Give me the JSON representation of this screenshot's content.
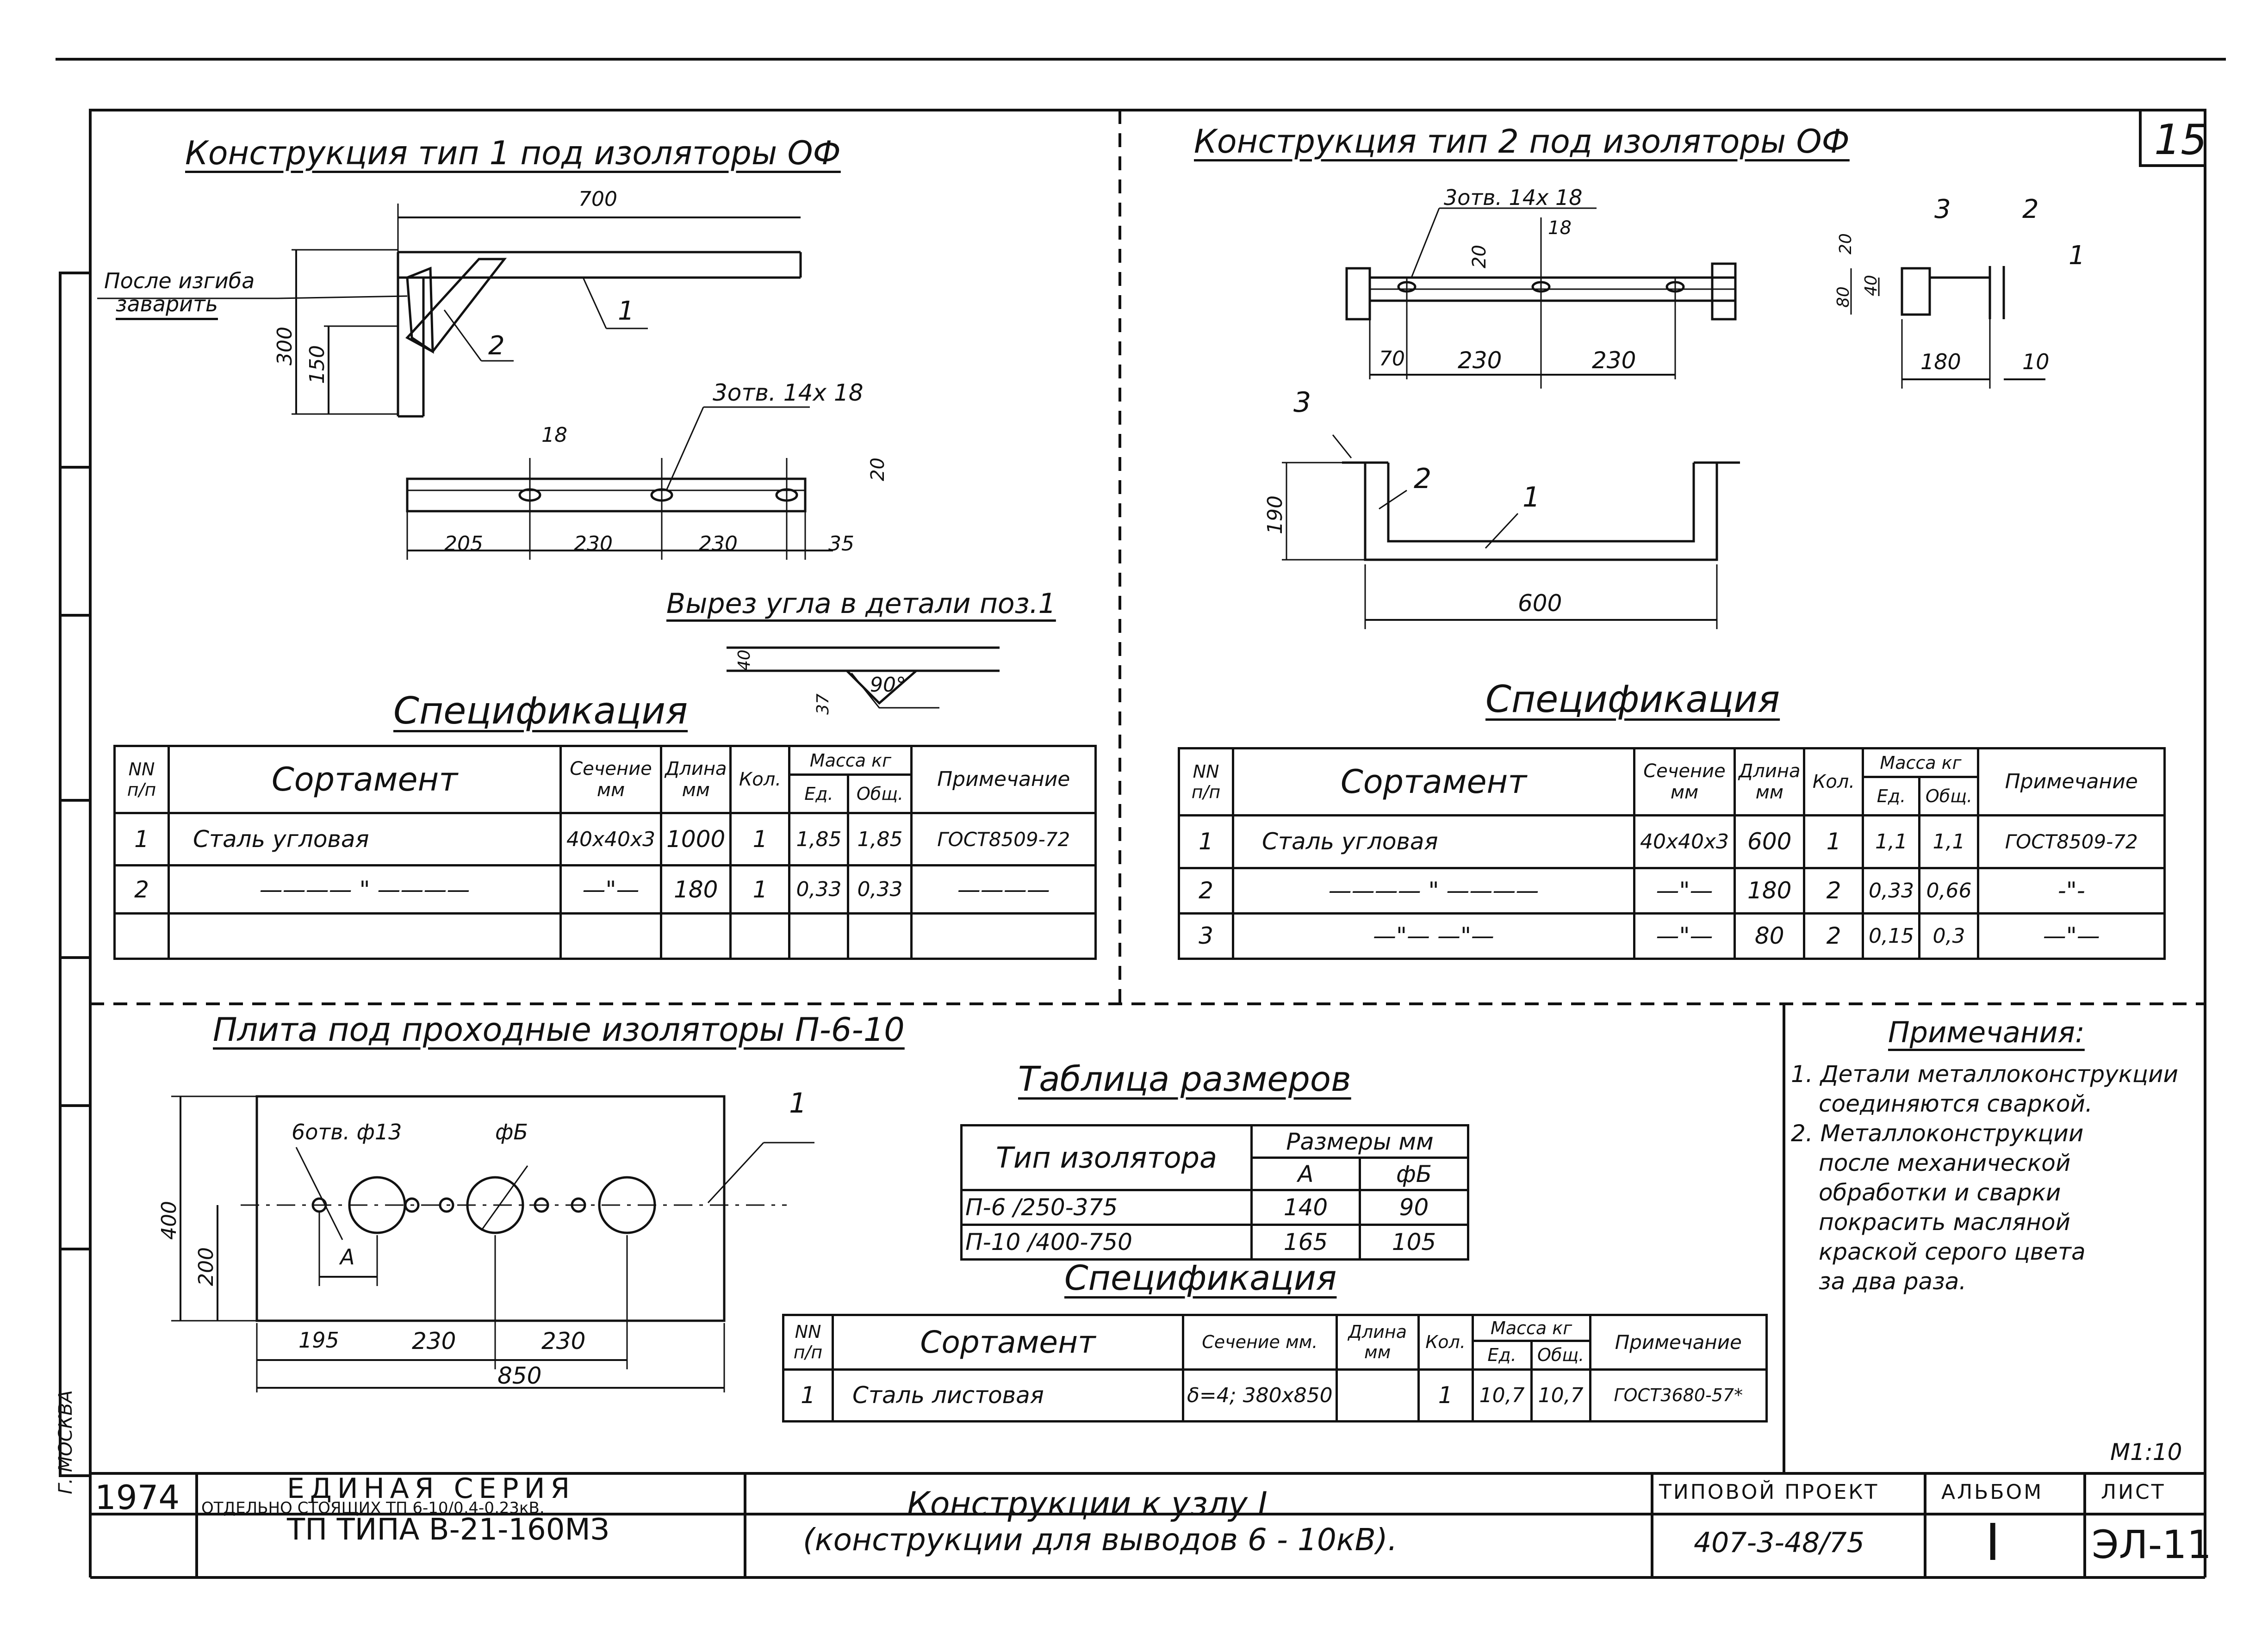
{
  "sheet_number": "15",
  "section1": {
    "title": "Конструкция тип 1 под изоляторы ОФ",
    "dim_700": "700",
    "weld_note_1": "После изгиба",
    "weld_note_2": "заварить",
    "dim_300": "300",
    "dim_150": "150",
    "pos_1": "1",
    "pos_2": "2",
    "holes": "3отв. 14х 18",
    "dim_18": "18",
    "dim_20": "20",
    "dim_205": "205",
    "dim_230a": "230",
    "dim_230b": "230",
    "dim_35": "35",
    "cut_title": "Вырез угла в детали поз.1",
    "cut_40": "40",
    "cut_37": "37",
    "cut_angle": "90°",
    "spec_title": "Спецификация",
    "spec": {
      "headers": {
        "num": "NN п/п",
        "sort": "Сортамент",
        "sec": "Сечение мм",
        "len": "Длина мм",
        "qty": "Кол.",
        "mass": "Масса кг",
        "unit": "Ед.",
        "total": "Общ.",
        "note": "Примечание"
      },
      "rows": [
        {
          "num": "1",
          "sort": "Сталь угловая",
          "sec": "40х40х3",
          "len": "1000",
          "qty": "1",
          "unit": "1,85",
          "total": "1,85",
          "note": "ГОСТ8509-72"
        },
        {
          "num": "2",
          "sort": "———— \" ————",
          "sec": "—\"—",
          "len": "180",
          "qty": "1",
          "unit": "0,33",
          "total": "0,33",
          "note": "————"
        },
        {
          "num": "",
          "sort": "",
          "sec": "",
          "len": "",
          "qty": "",
          "unit": "",
          "total": "",
          "note": ""
        }
      ]
    }
  },
  "section2": {
    "title": "Конструкция тип 2 под изоляторы ОФ",
    "holes": "3отв. 14х 18",
    "dim_18": "18",
    "dim_20": "20",
    "dim_70": "70",
    "dim_230a": "230",
    "dim_230b": "230",
    "pos_3a": "3",
    "pos_2a": "2",
    "pos_1a": "1",
    "dim_80": "80",
    "dim_40": "40",
    "dim_20b": "20",
    "dim_180": "180",
    "dim_10": "10",
    "pos_3b": "3",
    "pos_2b": "2",
    "pos_1b": "1",
    "dim_190": "190",
    "dim_600": "600",
    "spec_title": "Спецификация",
    "spec": {
      "headers": {
        "num": "NN п/п",
        "sort": "Сортамент",
        "sec": "Сечение мм",
        "len": "Длина мм",
        "qty": "Кол.",
        "mass": "Масса кг",
        "unit": "Ед.",
        "total": "Общ.",
        "note": "Примечание"
      },
      "rows": [
        {
          "num": "1",
          "sort": "Сталь угловая",
          "sec": "40х40х3",
          "len": "600",
          "qty": "1",
          "unit": "1,1",
          "total": "1,1",
          "note": "ГОСТ8509-72"
        },
        {
          "num": "2",
          "sort": "———— \" ————",
          "sec": "—\"—",
          "len": "180",
          "qty": "2",
          "unit": "0,33",
          "total": "0,66",
          "note": "-\"-"
        },
        {
          "num": "3",
          "sort": "—\"— —\"—",
          "sec": "—\"—",
          "len": "80",
          "qty": "2",
          "unit": "0,15",
          "total": "0,3",
          "note": "—\"—"
        }
      ]
    }
  },
  "section3": {
    "title": "Плита под проходные изоляторы П-6-10",
    "holes": "6отв. ф13",
    "dia_b": "фБ",
    "dim_a": "А",
    "pos_1": "1",
    "dim_400": "400",
    "dim_200": "200",
    "dim_195": "195",
    "dim_230a": "230",
    "dim_230b": "230",
    "dim_850": "850",
    "size_table_title": "Таблица размеров",
    "size_table": {
      "h_type": "Тип изолятора",
      "h_sizes": "Размеры мм",
      "h_a": "А",
      "h_b": "фБ",
      "rows": [
        {
          "type": "П-6 /250-375",
          "a": "140",
          "b": "90"
        },
        {
          "type": "П-10 /400-750",
          "a": "165",
          "b": "105"
        }
      ]
    },
    "spec_title": "Спецификация",
    "spec": {
      "headers": {
        "num": "NN п/п",
        "sort": "Сортамент",
        "sec": "Сечение мм.",
        "len": "Длина мм",
        "qty": "Кол.",
        "mass": "Масса кг",
        "unit": "Ед.",
        "total": "Общ.",
        "note": "Примечание"
      },
      "rows": [
        {
          "num": "1",
          "sort": "Сталь листовая",
          "sec": "δ=4; 380х850",
          "len": "",
          "qty": "1",
          "unit": "10,7",
          "total": "10,7",
          "note": "ГОСТ3680-57*"
        }
      ]
    }
  },
  "notes": {
    "title": "Примечания:",
    "lines": [
      "1. Детали металлоконструкции",
      "соединяются сваркой.",
      "2. Металлоконструкции",
      "после механической",
      "обработки и сварки",
      "покрасить масляной",
      "краской серого цвета",
      "за два раза."
    ]
  },
  "scale": "М1:10",
  "side_label": "Г. МОСКВА",
  "title_block": {
    "year": "1974",
    "series_title": "ЕДИНАЯ СЕРИЯ",
    "series_sub": "ОТДЕЛЬНО СТОЯЩИХ ТП 6-10/0,4-0,23кВ.",
    "tp_type": "ТП ТИПА В-21-160МЗ",
    "name_1": "Конструкции к узлу I",
    "name_2": "(конструкции для выводов 6 - 10кВ).",
    "project_label": "ТИПОВОЙ ПРОЕКТ",
    "project_value": "407-3-48/75",
    "album_label": "АЛЬБОМ",
    "album_value": "I",
    "sheet_label": "ЛИСТ",
    "sheet_value": "ЭЛ-11"
  }
}
